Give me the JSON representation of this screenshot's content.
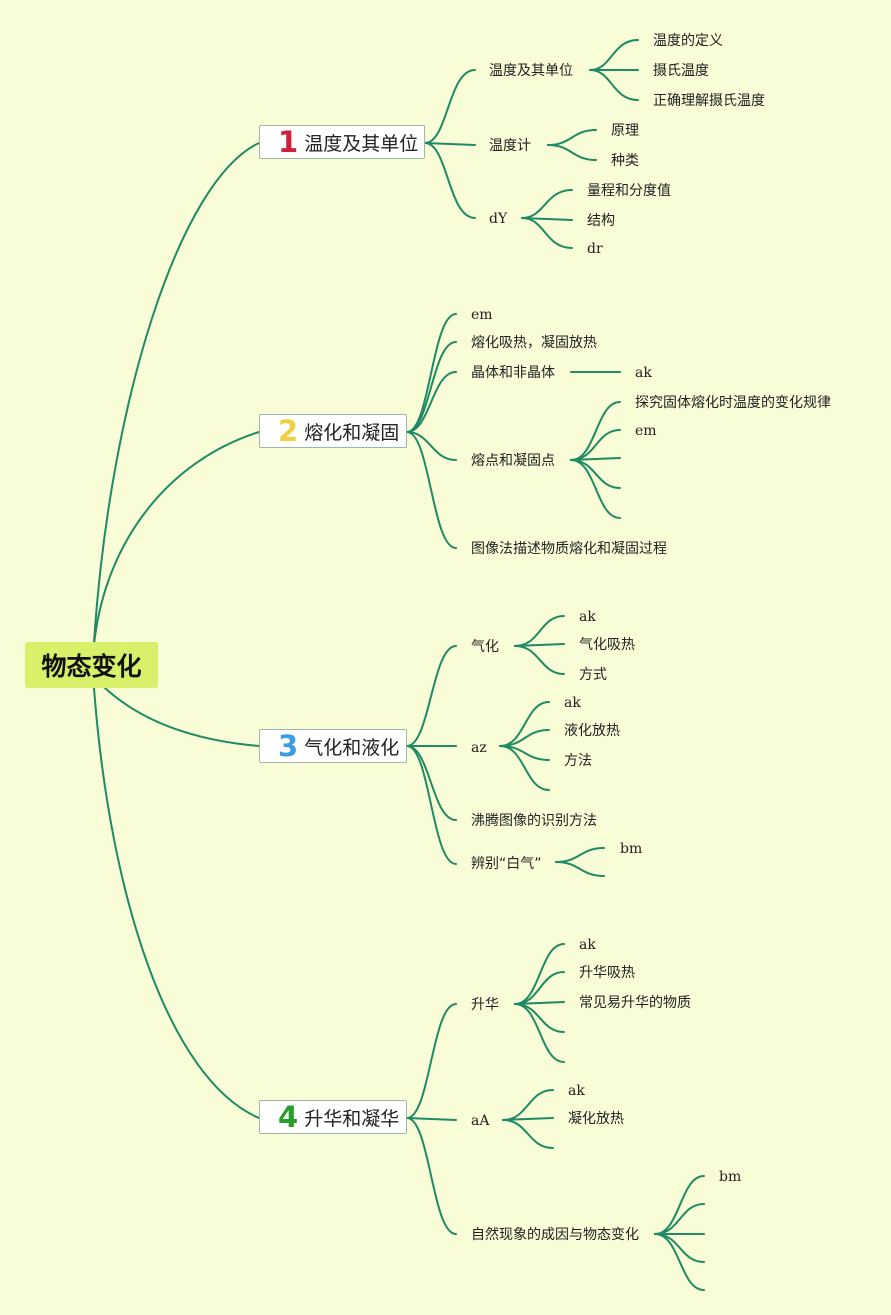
{
  "root": "物态变化",
  "topics": [
    {
      "number": "1",
      "number_color": "#d01f3c",
      "label": "温度及其单位"
    },
    {
      "number": "2",
      "number_color": "#f0d040",
      "label": "熔化和凝固"
    },
    {
      "number": "3",
      "number_color": "#3a9ee0",
      "label": "气化和液化"
    },
    {
      "number": "4",
      "number_color": "#2a9c2a",
      "label": "升华和凝华"
    }
  ],
  "t1": {
    "sub1": "温度及其单位",
    "sub1_items": [
      "温度的定义",
      "摄氏温度",
      "正确理解摄氏温度"
    ],
    "sub2": "温度计",
    "sub2_items": [
      "原理",
      "种类"
    ],
    "sub3": "dY",
    "sub3_items": [
      "量程和分度值",
      "结构",
      "dr"
    ]
  },
  "t2": {
    "a": "em",
    "b": "熔化吸热，凝固放热",
    "c": "晶体和非晶体",
    "c_item": "ak",
    "d": "熔点和凝固点",
    "d_items": [
      "探究固体熔化时温度的变化规律",
      "em"
    ],
    "e": "图像法描述物质熔化和凝固过程"
  },
  "t3": {
    "a": "气化",
    "a_items": [
      "ak",
      "气化吸热",
      "方式"
    ],
    "b": "az",
    "b_items": [
      "ak",
      "液化放热",
      "方法"
    ],
    "c": "沸腾图像的识别方法",
    "d": "辨别“白气”",
    "d_item": "bm"
  },
  "t4": {
    "a": "升华",
    "a_items": [
      "ak",
      "升华吸热",
      "常见易升华的物质"
    ],
    "b": "aA",
    "b_items": [
      "ak",
      "凝化放热"
    ],
    "c": "自然现象的成因与物态变化",
    "c_item": "bm"
  },
  "colors": {
    "background": "#f8fdd8",
    "line": "#1f8a63",
    "root": "#d9f06b"
  }
}
